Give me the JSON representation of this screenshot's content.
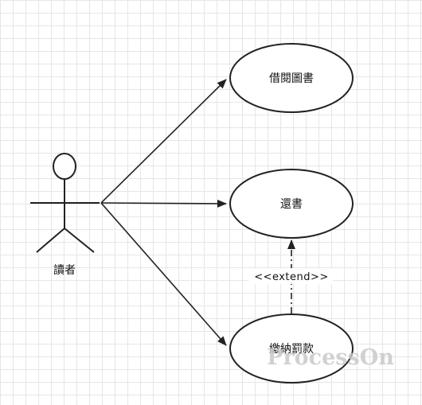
{
  "diagram": {
    "actor": {
      "label": "讀者"
    },
    "use_cases": [
      {
        "id": "borrow",
        "label": "借閱圖書"
      },
      {
        "id": "return",
        "label": "還書"
      },
      {
        "id": "fine",
        "label": "繳納罰款"
      }
    ],
    "relations": [
      {
        "from": "actor",
        "to": "borrow",
        "type": "association"
      },
      {
        "from": "actor",
        "to": "return",
        "type": "association"
      },
      {
        "from": "actor",
        "to": "fine",
        "type": "association"
      },
      {
        "from": "fine",
        "to": "return",
        "type": "extend",
        "label": "<<extend>>"
      }
    ],
    "watermark": "ProcessOn",
    "colors": {
      "stroke": "#222222",
      "grid": "#e6e6e6",
      "background": "#ffffff",
      "watermark": "#c9c9c9"
    }
  }
}
